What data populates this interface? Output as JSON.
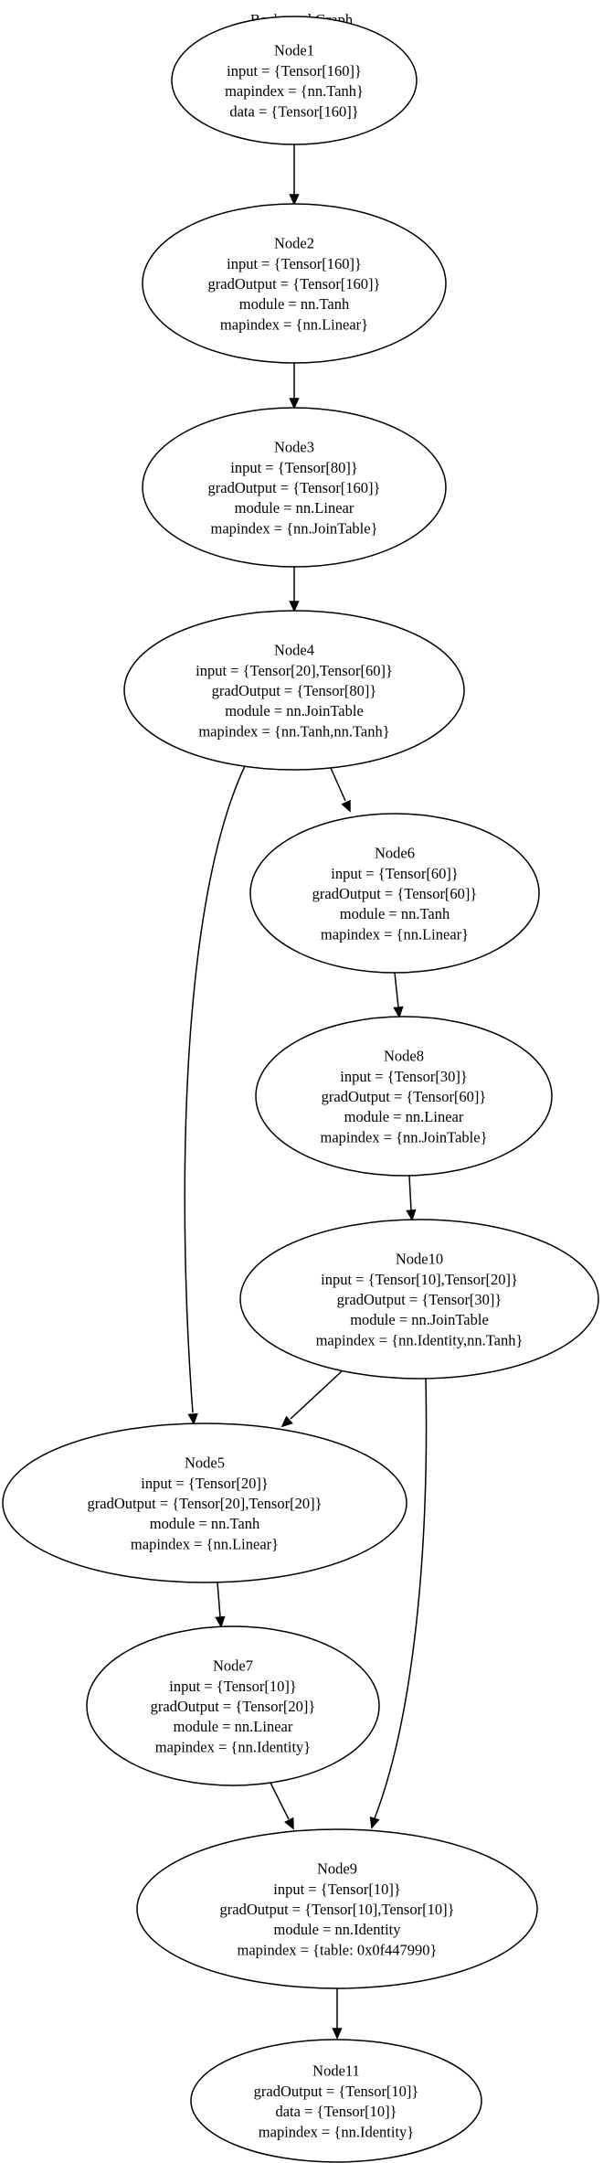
{
  "title": "Backward Graph",
  "nodes": [
    {
      "id": "node1",
      "name": "Node1",
      "lines": [
        "input = {Tensor[160]}",
        "mapindex = {nn.Tanh}",
        "data = {Tensor[160]}"
      ]
    },
    {
      "id": "node2",
      "name": "Node2",
      "lines": [
        "input = {Tensor[160]}",
        "gradOutput = {Tensor[160]}",
        "module = nn.Tanh",
        "mapindex = {nn.Linear}"
      ]
    },
    {
      "id": "node3",
      "name": "Node3",
      "lines": [
        "input = {Tensor[80]}",
        "gradOutput = {Tensor[160]}",
        "module = nn.Linear",
        "mapindex = {nn.JoinTable}"
      ]
    },
    {
      "id": "node4",
      "name": "Node4",
      "lines": [
        "input = {Tensor[20],Tensor[60]}",
        "gradOutput = {Tensor[80]}",
        "module = nn.JoinTable",
        "mapindex = {nn.Tanh,nn.Tanh}"
      ]
    },
    {
      "id": "node6",
      "name": "Node6",
      "lines": [
        "input = {Tensor[60]}",
        "gradOutput = {Tensor[60]}",
        "module = nn.Tanh",
        "mapindex = {nn.Linear}"
      ]
    },
    {
      "id": "node8",
      "name": "Node8",
      "lines": [
        "input = {Tensor[30]}",
        "gradOutput = {Tensor[60]}",
        "module = nn.Linear",
        "mapindex = {nn.JoinTable}"
      ]
    },
    {
      "id": "node10",
      "name": "Node10",
      "lines": [
        "input = {Tensor[10],Tensor[20]}",
        "gradOutput = {Tensor[30]}",
        "module = nn.JoinTable",
        "mapindex = {nn.Identity,nn.Tanh}"
      ]
    },
    {
      "id": "node5",
      "name": "Node5",
      "lines": [
        "input = {Tensor[20]}",
        "gradOutput = {Tensor[20],Tensor[20]}",
        "module = nn.Tanh",
        "mapindex = {nn.Linear}"
      ]
    },
    {
      "id": "node7",
      "name": "Node7",
      "lines": [
        "input = {Tensor[10]}",
        "gradOutput = {Tensor[20]}",
        "module = nn.Linear",
        "mapindex = {nn.Identity}"
      ]
    },
    {
      "id": "node9",
      "name": "Node9",
      "lines": [
        "input = {Tensor[10]}",
        "gradOutput = {Tensor[10],Tensor[10]}",
        "module = nn.Identity",
        "mapindex = {table: 0x0f447990}"
      ]
    },
    {
      "id": "node11",
      "name": "Node11",
      "lines": [
        "gradOutput = {Tensor[10]}",
        "data = {Tensor[10]}",
        "mapindex = {nn.Identity}"
      ]
    }
  ],
  "edges": [
    {
      "from": "node1",
      "to": "node2"
    },
    {
      "from": "node2",
      "to": "node3"
    },
    {
      "from": "node3",
      "to": "node4"
    },
    {
      "from": "node4",
      "to": "node5"
    },
    {
      "from": "node4",
      "to": "node6"
    },
    {
      "from": "node6",
      "to": "node8"
    },
    {
      "from": "node8",
      "to": "node10"
    },
    {
      "from": "node10",
      "to": "node5"
    },
    {
      "from": "node10",
      "to": "node9"
    },
    {
      "from": "node5",
      "to": "node7"
    },
    {
      "from": "node7",
      "to": "node9"
    },
    {
      "from": "node9",
      "to": "node11"
    }
  ]
}
